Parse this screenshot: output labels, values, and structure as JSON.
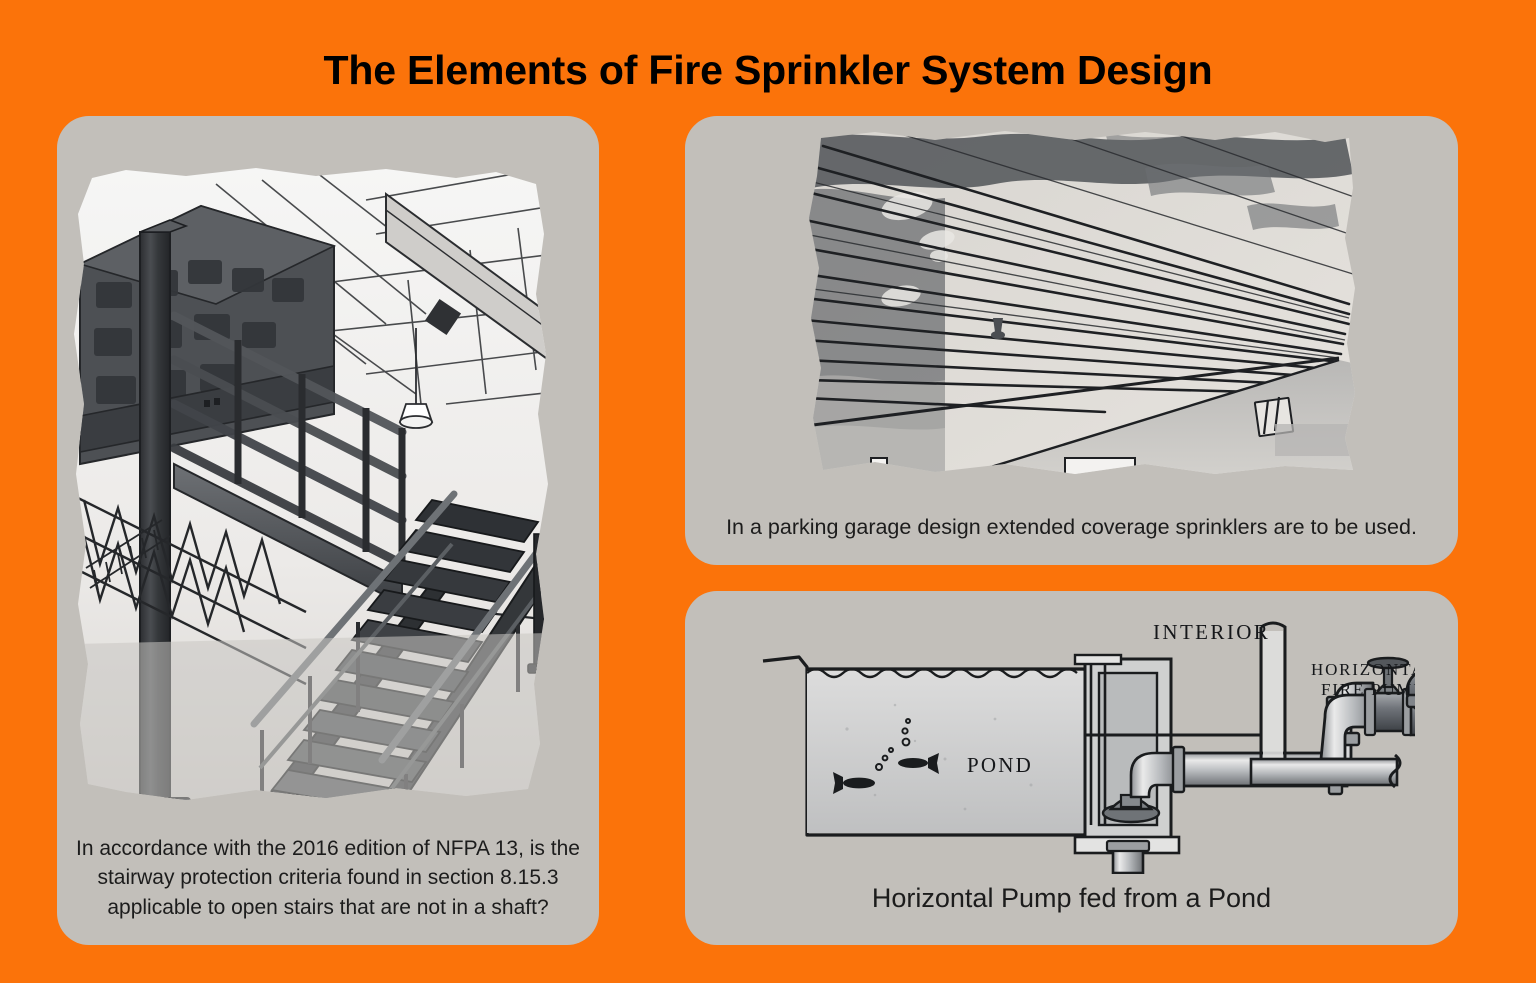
{
  "page": {
    "title": "The Elements of Fire Sprinkler System Design",
    "background_color": "#FB730A",
    "card_color": "#C2BFBA",
    "text_color": "#1c1c1c"
  },
  "cards": [
    {
      "id": "stairway",
      "illustration_name": "industrial-mezzanine-open-stairway-sketch",
      "caption": "In accordance with the 2016 edition of NFPA 13, is the stairway protection criteria found in section 8.15.3 applicable to open stairs that are not in a shaft?"
    },
    {
      "id": "garage",
      "illustration_name": "parking-garage-ceiling-beams-sketch",
      "caption": "In a parking garage design extended coverage sprinklers are to be used."
    },
    {
      "id": "pump",
      "illustration_name": "horizontal-fire-pump-pond-diagram",
      "caption": "Horizontal Pump fed from a Pond",
      "diagram_labels": {
        "interior": "INTERIOR",
        "pump": "HORIZONTAL\nFIRE PUMP",
        "pump_line1": "HORIZONTAL",
        "pump_line2": "FIRE PUMP",
        "pond": "POND"
      }
    }
  ]
}
